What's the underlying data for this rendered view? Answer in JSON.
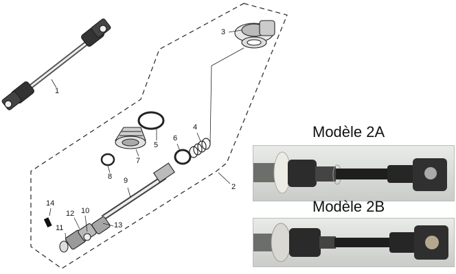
{
  "callouts": [
    {
      "id": "1",
      "text": "1"
    },
    {
      "id": "2",
      "text": "2"
    },
    {
      "id": "3",
      "text": "3"
    },
    {
      "id": "4",
      "text": "4"
    },
    {
      "id": "5",
      "text": "5"
    },
    {
      "id": "6",
      "text": "6"
    },
    {
      "id": "7",
      "text": "7"
    },
    {
      "id": "8",
      "text": "8"
    },
    {
      "id": "9",
      "text": "9"
    },
    {
      "id": "10",
      "text": "10"
    },
    {
      "id": "11",
      "text": "11"
    },
    {
      "id": "12",
      "text": "12"
    },
    {
      "id": "13",
      "text": "13"
    },
    {
      "id": "14",
      "text": "14"
    }
  ],
  "models": [
    {
      "title": "Modèle 2A"
    },
    {
      "title": "Modèle 2B"
    }
  ]
}
